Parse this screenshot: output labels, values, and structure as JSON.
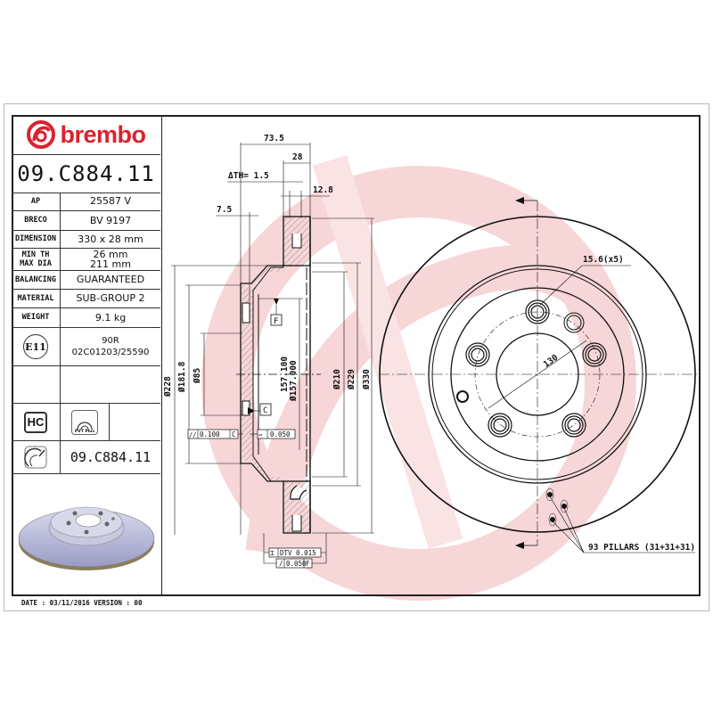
{
  "header": {
    "brand": "brembo",
    "part_number": "09.C884.11"
  },
  "specs": [
    {
      "label": "AP",
      "value": "25587 V"
    },
    {
      "label": "BRECO",
      "value": "BV 9197"
    },
    {
      "label": "DIMENSION",
      "value": "330 x 28 mm"
    },
    {
      "label": "MIN TH\nMAX DIA",
      "value_lines": [
        "26 mm",
        "211 mm"
      ]
    },
    {
      "label": "BALANCING",
      "value": "GUARANTEED"
    },
    {
      "label": "MATERIAL",
      "value": "SUB-GROUP 2"
    },
    {
      "label": "WEIGHT",
      "value": "9.1 kg"
    }
  ],
  "labels": {
    "min_th": "MIN TH",
    "max_dia": "MAX DIA",
    "min_th_value": "26 mm",
    "max_dia_value": "211 mm"
  },
  "approval": {
    "badge": "E11",
    "line1": "90R",
    "line2": "02C01203/25590"
  },
  "icons": {
    "hc": "HC",
    "pvt": "PVT Plus"
  },
  "secondary_part_number": "09.C884.11",
  "footer": {
    "date_line": "DATE : 03/11/2016 VERSION : 00"
  },
  "colors": {
    "brand_red": "#d9232e",
    "watermark": "#f6d4d6",
    "line": "#111111",
    "frame_outer": "#b8b8b8"
  },
  "section_view": {
    "dims_top": [
      "73.5",
      "28",
      "ΔTH= 1.5",
      "12.8",
      "7.5"
    ],
    "diameters_left": [
      "Ø228",
      "Ø181.8",
      "Ø85"
    ],
    "diameters_center": [
      "157.100",
      "Ø157.000"
    ],
    "diameters_right": [
      "Ø210",
      "Ø229",
      "Ø330"
    ],
    "datum_f": "F",
    "datum_c": "C",
    "tol_parallel": {
      "symbol": "//",
      "value": "0.100",
      "ref": "C"
    },
    "tol_flatness": {
      "symbol": "▱",
      "value": "0.050"
    },
    "tol_dtv": {
      "symbol": "⌶",
      "value": "DTV 0.015"
    },
    "tol_runout": {
      "symbol": "/",
      "value": "0.050",
      "ref": "F"
    }
  },
  "front_view": {
    "bolt_hole_label": "15.6(x5)",
    "pcd_label": "130",
    "pillars_label": "93 PILLARS (31+31+31)"
  }
}
